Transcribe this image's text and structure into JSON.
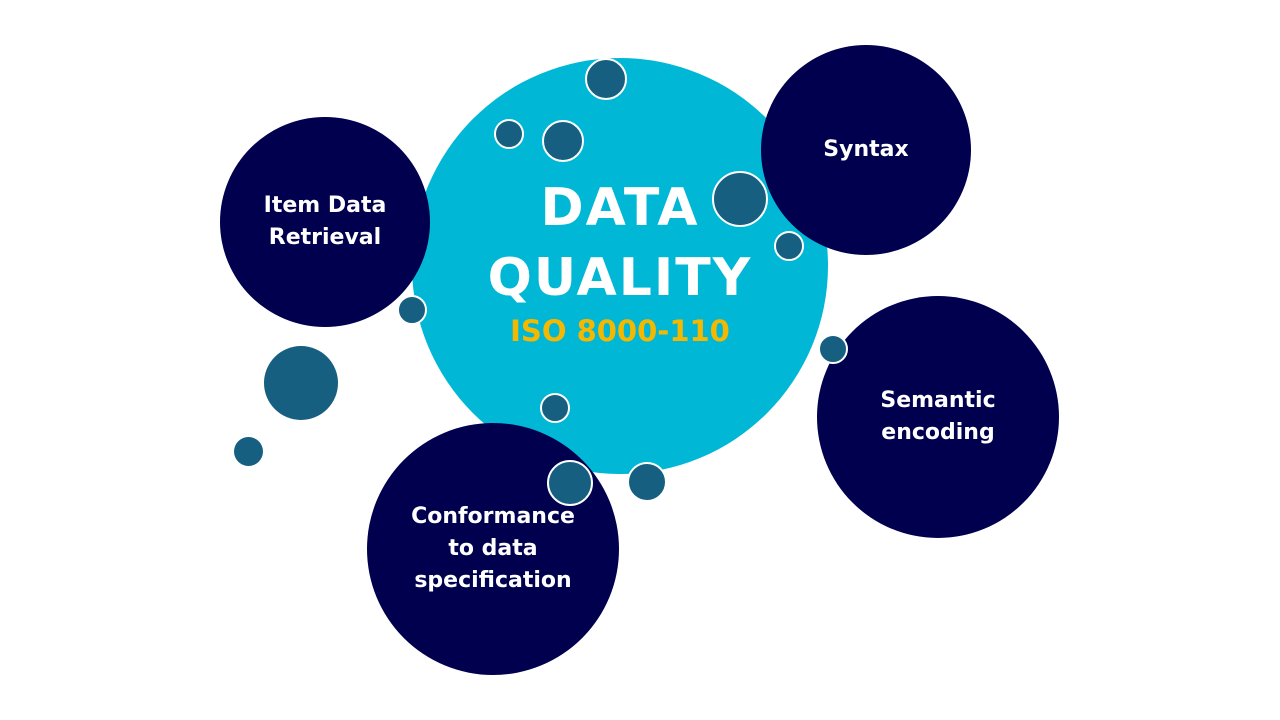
{
  "center": {
    "title_line1": "DATA",
    "title_line2": "QUALITY",
    "standard": "ISO 8000-110"
  },
  "topics": [
    {
      "label": "Item Data Retrieval"
    },
    {
      "label": "Syntax"
    },
    {
      "label": "Semantic encoding"
    },
    {
      "label": "Conformance to data specification"
    }
  ],
  "colors": {
    "main": "#00b8d6",
    "topic": "#00004f",
    "bubble": "#175f80",
    "standard": "#f5b800"
  }
}
